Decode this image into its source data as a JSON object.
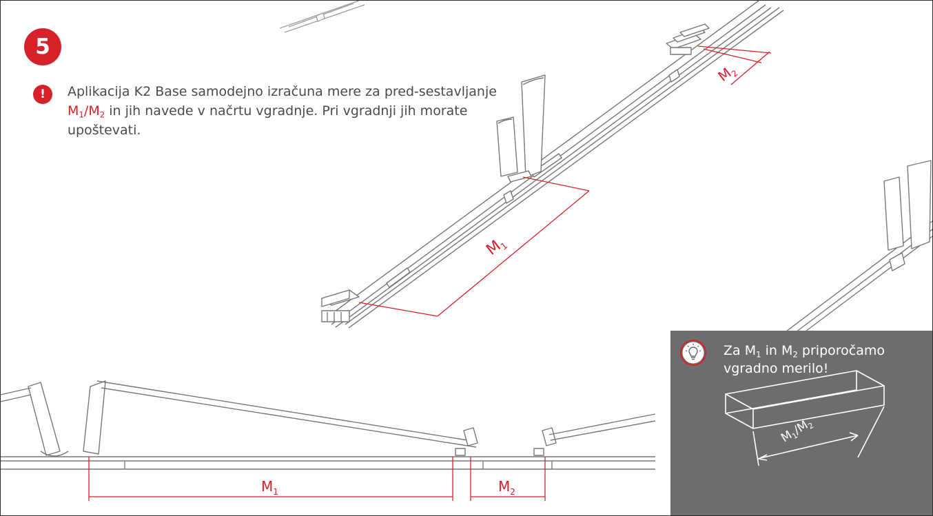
{
  "step": {
    "number": "5"
  },
  "note": {
    "badge": "!",
    "part1": "Aplikacija K2 Base samodejno izračuna mere za pred-sestavljanje ",
    "m": "M",
    "sub1": "1",
    "slash": "/",
    "sub2": "2",
    "part2": " in jih navede v načrtu vgradnje. Pri vgradnji jih morate upoštevati."
  },
  "tip": {
    "icon": "lightbulb-icon",
    "text1": "Za M",
    "sub1": "1",
    "text2": " in M",
    "sub2": "2",
    "text3": " priporočamo vgradno merilo!",
    "gauge_label": "M",
    "gauge_sub1": "1",
    "gauge_slash": "/M",
    "gauge_sub2": "2"
  },
  "dimensions": {
    "m1_top": "M",
    "m1_top_sub": "1",
    "m2_top": "M",
    "m2_top_sub": "2",
    "m1_bottom": "M",
    "m1_bottom_sub": "1",
    "m2_bottom": "M",
    "m2_bottom_sub": "2"
  },
  "colors": {
    "accent": "#d6202a",
    "line": "#555555",
    "tip_bg": "#6d6d6d"
  }
}
